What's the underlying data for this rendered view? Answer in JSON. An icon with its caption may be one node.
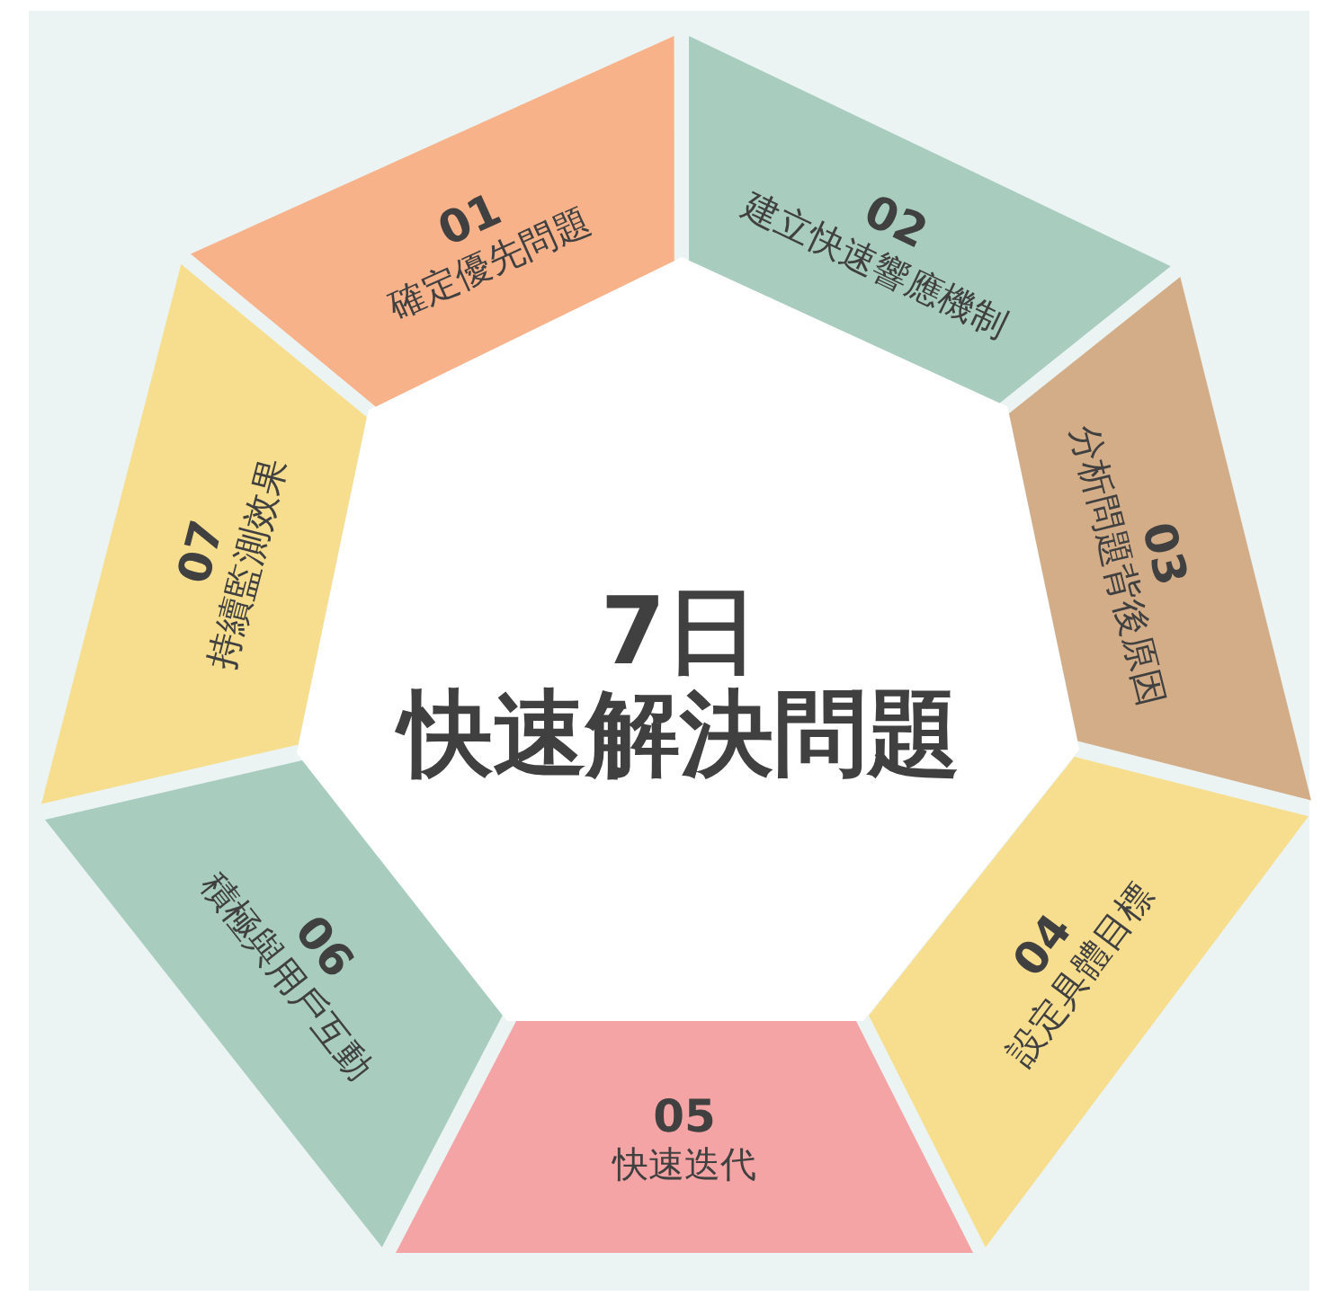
{
  "diagram": {
    "nodes": [
      {
        "text": [
          "7日",
          "快速解決問題"
        ]
      },
      {
        "text": [
          "01",
          "確定優先問題"
        ]
      },
      {
        "text": [
          "02",
          "建立快速響應機制"
        ]
      },
      {
        "text": [
          "03",
          "分析問題背後原因"
        ]
      },
      {
        "text": [
          "04",
          "設定具體目標"
        ]
      },
      {
        "text": [
          "05",
          "快速迭代"
        ]
      },
      {
        "text": [
          "06",
          "積極與用戶互動"
        ]
      },
      {
        "text": [
          "07",
          "持續監測效果"
        ]
      }
    ]
  }
}
